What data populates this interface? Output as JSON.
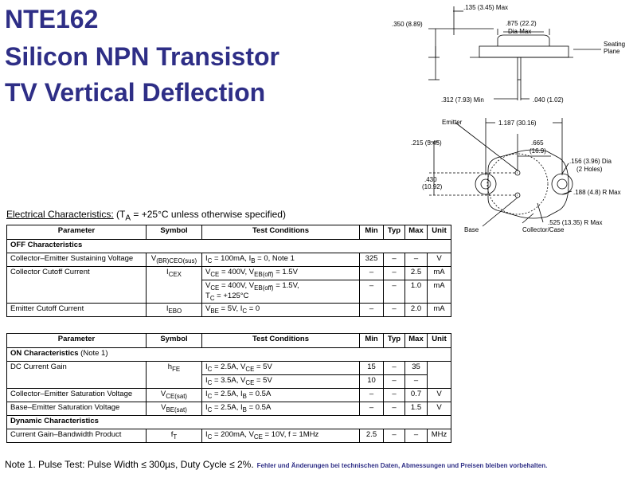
{
  "title": {
    "line1": "NTE162",
    "line2": "Silicon NPN Transistor",
    "line3": "TV Vertical Deflection"
  },
  "drawing": {
    "side": {
      "dim_135": ".135 (3.45) Max",
      "dim_350": ".350 (8.89)",
      "dim_875": ".875 (22.2)",
      "dia_max": "Dia Max",
      "seating": "Seating",
      "plane": "Plane",
      "dim_312": ".312 (7.93) Min",
      "dim_040": ".040 (1.02)"
    },
    "bottom": {
      "emitter": "Emitter",
      "dim_1187": "1.187 (30.16)",
      "dim_215": ".215 (5.45)",
      "dim_665": ".665",
      "dim_169": "(16.9)",
      "dim_156": ".156 (3.96) Dia",
      "holes": "(2 Holes)",
      "dim_430": ".430",
      "dim_1092": "(10.92)",
      "dim_188": ".188 (4.8) R Max",
      "dim_525": ".525 (13.35) R Max",
      "base": "Base",
      "collector": "Collector/Case"
    }
  },
  "ec": {
    "heading": "Electrical Characteristics:",
    "cond_pre": "(T",
    "cond_sub": "A",
    "cond_post": " = +25°C unless otherwise specified)"
  },
  "table_headers": [
    "Parameter",
    "Symbol",
    "Test Conditions",
    "Min",
    "Typ",
    "Max",
    "Unit"
  ],
  "off": {
    "section": "OFF Characteristics",
    "r1": {
      "param": "Collector–Emitter Sustaining Voltage",
      "sym": "V",
      "sym_sub": "(BR)CEO(sus)",
      "cond": "I",
      "cond_sub": "C",
      "cond_rest": " = 100mA, I",
      "cond_sub2": "B",
      "cond_rest2": " = 0, Note 1",
      "min": "325",
      "typ": "–",
      "max": "–",
      "unit": "V"
    },
    "r2a": {
      "param": "Collector Cutoff Current",
      "sym": "I",
      "sym_sub": "CEX",
      "cond": "V",
      "cond_sub": "CE",
      "cond_rest": " = 400V, V",
      "cond_sub2": "EB(off)",
      "cond_rest2": " = 1.5V",
      "min": "–",
      "typ": "–",
      "max": "2.5",
      "unit": "mA"
    },
    "r2b": {
      "cond": "V",
      "cond_sub": "CE",
      "cond_rest": " = 400V, V",
      "cond_sub2": "EB(off)",
      "cond_rest2": " = 1.5V,",
      "cond_line2": "T",
      "cond_line2_sub": "C",
      "cond_line2_rest": " = +125°C",
      "min": "–",
      "typ": "–",
      "max": "1.0",
      "unit": "mA"
    },
    "r3": {
      "param": "Emitter Cutoff Current",
      "sym": "I",
      "sym_sub": "EBO",
      "cond": "V",
      "cond_sub": "BE",
      "cond_rest": " = 5V, I",
      "cond_sub2": "C",
      "cond_rest2": " = 0",
      "min": "–",
      "typ": "–",
      "max": "2.0",
      "unit": "mA"
    }
  },
  "on": {
    "section": "ON Characteristics",
    "section_note": " (Note 1)",
    "r1a": {
      "param": "DC Current Gain",
      "sym": "h",
      "sym_sub": "FE",
      "cond": "I",
      "cond_sub": "C",
      "cond_rest": " = 2.5A, V",
      "cond_sub2": "CE",
      "cond_rest2": " = 5V",
      "min": "15",
      "typ": "–",
      "max": "35",
      "unit": ""
    },
    "r1b": {
      "cond": "I",
      "cond_sub": "C",
      "cond_rest": " = 3.5A, V",
      "cond_sub2": "CE",
      "cond_rest2": " = 5V",
      "min": "10",
      "typ": "–",
      "max": "–",
      "unit": ""
    },
    "r2": {
      "param": "Collector–Emitter Saturation Voltage",
      "sym": "V",
      "sym_sub": "CE(sat)",
      "cond": "I",
      "cond_sub": "C",
      "cond_rest": " = 2.5A, I",
      "cond_sub2": "B",
      "cond_rest2": " = 0.5A",
      "min": "–",
      "typ": "–",
      "max": "0.7",
      "unit": "V"
    },
    "r3": {
      "param": "Base–Emitter Saturation Voltage",
      "sym": "V",
      "sym_sub": "BE(sat)",
      "cond": "I",
      "cond_sub": "C",
      "cond_rest": " = 2.5A, I",
      "cond_sub2": "B",
      "cond_rest2": " = 0.5A",
      "min": "–",
      "typ": "–",
      "max": "1.5",
      "unit": "V"
    }
  },
  "dyn": {
    "section": "Dynamic Characteristics",
    "r1": {
      "param": "Current Gain–Bandwidth Product",
      "sym": "f",
      "sym_sub": "T",
      "cond": "I",
      "cond_sub": "C",
      "cond_rest": " = 200mA, V",
      "cond_sub2": "CE",
      "cond_rest2": " = 10V, f = 1MHz",
      "min": "2.5",
      "typ": "–",
      "max": "–",
      "unit": "MHz"
    }
  },
  "note": {
    "text": "Note  1. Pulse Test:  Pulse Width ≤ 300µs, Duty Cycle ≤ 2%.",
    "disclaimer": "Fehler und Änderungen bei technischen Daten, Abmessungen und Preisen bleiben vorbehalten."
  }
}
